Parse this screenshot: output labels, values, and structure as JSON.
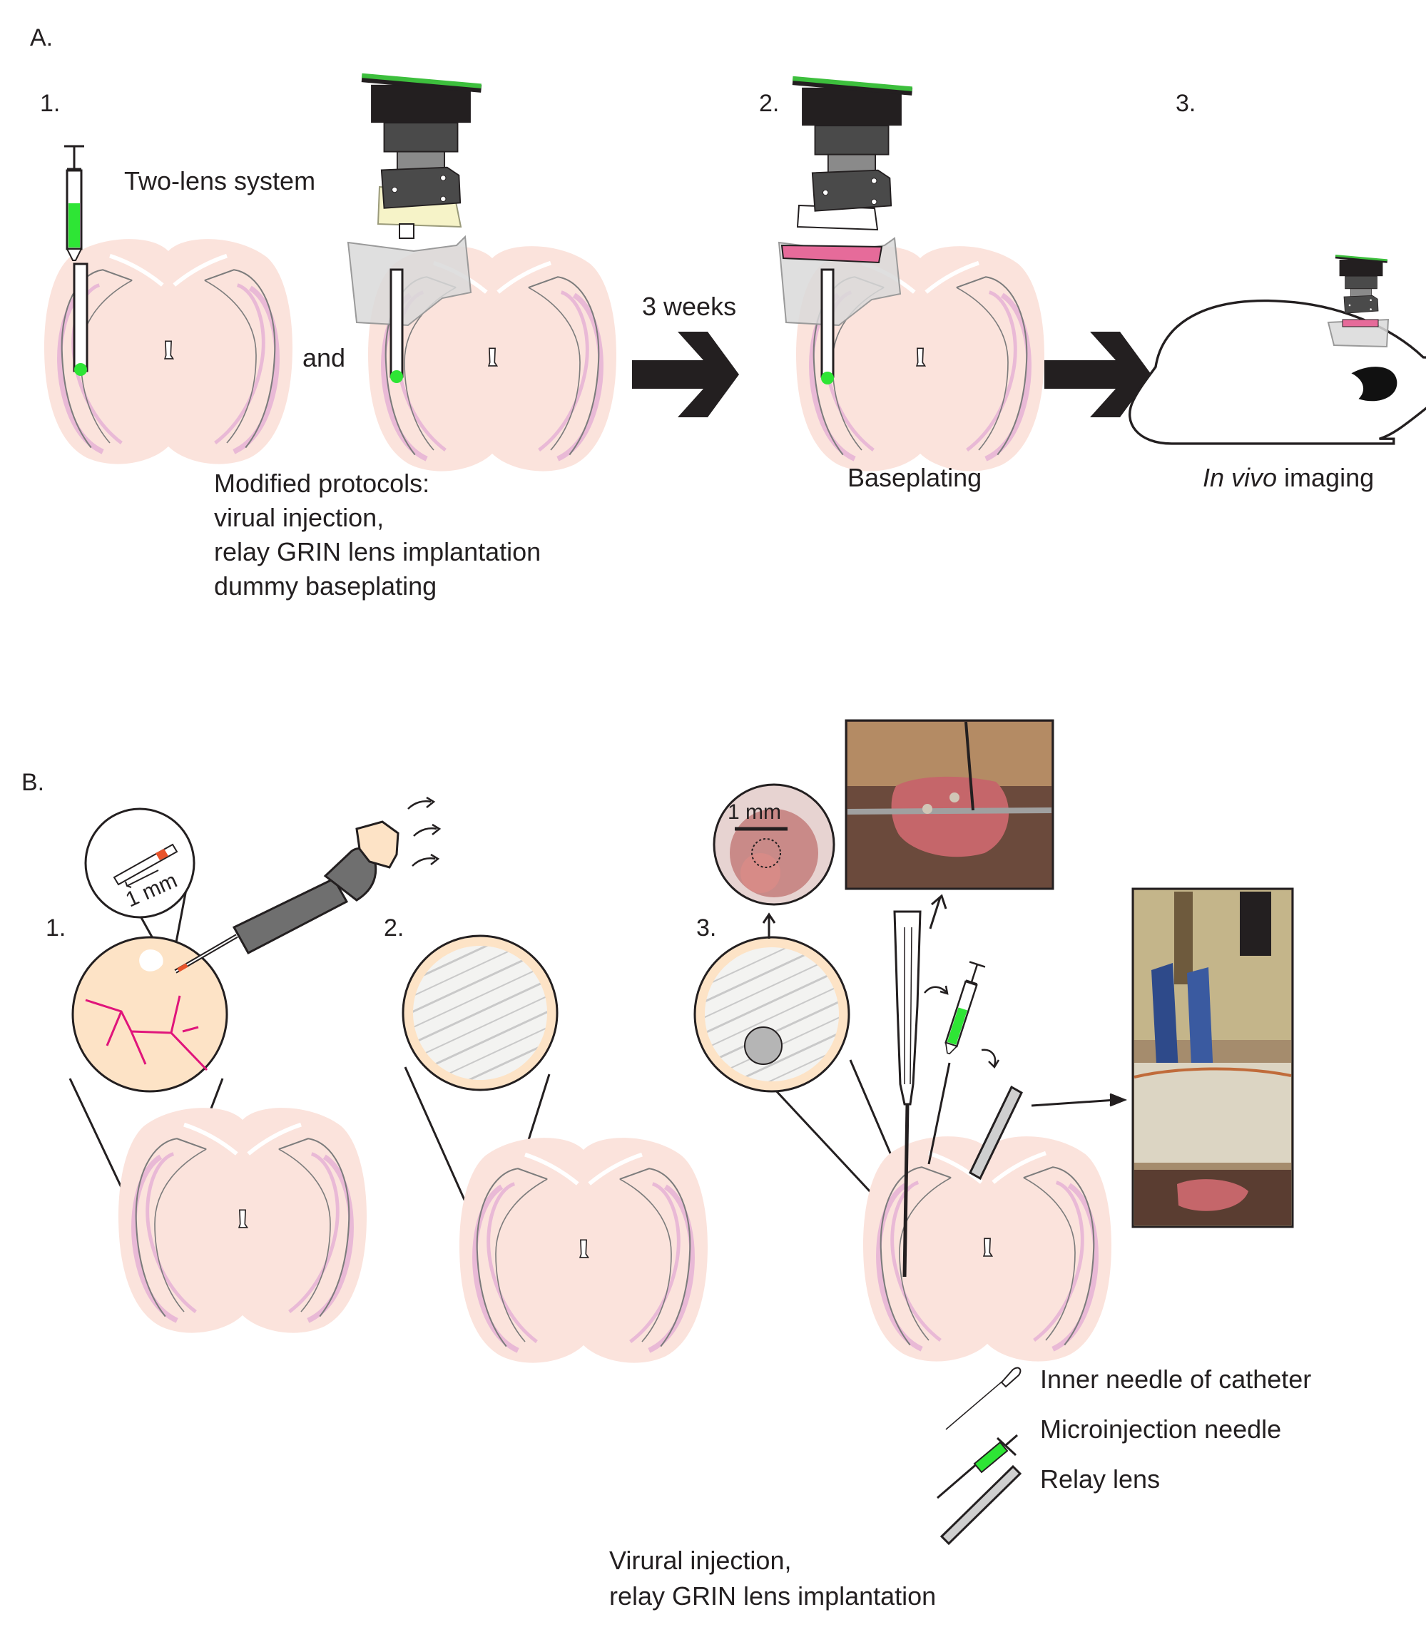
{
  "panel_a": {
    "label": "A.",
    "step1": {
      "number": "1.",
      "two_lens": "Two-lens system",
      "and": "and",
      "protocols_title": "Modified protocols:",
      "protocols_items": [
        "virual injection,",
        "relay GRIN lens implantation",
        "dummy baseplating"
      ]
    },
    "delay": "3 weeks",
    "step2": {
      "number": "2.",
      "caption": "Baseplating"
    },
    "step3": {
      "number": "3.",
      "caption_italic": "In vivo",
      "caption_rest": " imaging"
    }
  },
  "panel_b": {
    "label": "B.",
    "step1": {
      "number": "1.",
      "scale": "1 mm"
    },
    "step2": {
      "number": "2."
    },
    "step3": {
      "number": "3.",
      "scale": "1 mm"
    },
    "legend": [
      "Inner needle of catheter",
      "Microinjection needle",
      "Relay lens"
    ],
    "caption": [
      "Virural injection,",
      "relay GRIN lens implantation"
    ]
  },
  "colors": {
    "brain_fill": "#fbe3dc",
    "pink_layer": "#e9b9d6",
    "green": "#2ee535",
    "dark": "#231f20",
    "vessel": "#e0157b",
    "microscope": "#3a3a3a",
    "baseplate_yellow": "#f6f3c8",
    "baseplate_pink": "#e66b9a",
    "mesh_bg": "#f3f3f1"
  }
}
